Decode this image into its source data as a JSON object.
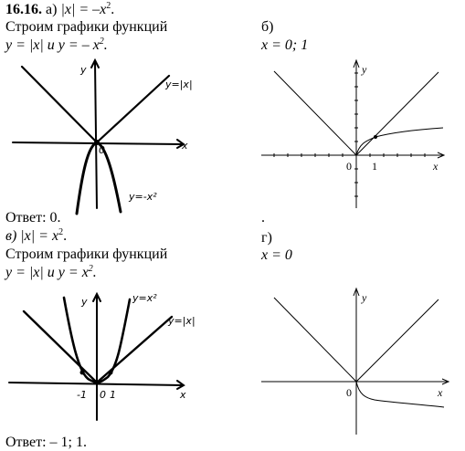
{
  "problem": {
    "number": "16.16.",
    "part_a_label": "а)",
    "part_a_equation": "|x| = –x",
    "exp2": "2",
    "dot": "."
  },
  "part_a": {
    "build_text": "Строим графики функций",
    "funcs_prefix": "y = |x| и y = – x",
    "funcs_exp": "2",
    "funcs_suffix": ".",
    "answer": "Ответ: 0.",
    "graph_labels": {
      "y": "y",
      "x": "x",
      "origin": "0",
      "func1": "y=|x|",
      "func2": "y=-x²"
    }
  },
  "part_b": {
    "label": "б)",
    "solution": "x = 0; 1",
    "dot": ".",
    "graph_labels": {
      "y": "y",
      "x": "x",
      "origin": "0",
      "one": "1"
    }
  },
  "part_v": {
    "label_eq_prefix": "в) |x| = x",
    "label_exp": "2",
    "label_suffix": ".",
    "build_text": "Строим графики функций",
    "funcs_prefix": "y = |x| и y = x",
    "funcs_exp": "2",
    "funcs_suffix": ".",
    "answer": "Ответ: – 1; 1.",
    "graph_labels": {
      "y": "y",
      "x": "x",
      "origin": "0",
      "minus_one": "-1",
      "one": "1",
      "func1": "y=x²",
      "func2": "y=|x|"
    }
  },
  "part_g": {
    "label": "г)",
    "solution": "x = 0",
    "graph_labels": {
      "y": "y",
      "x": "x",
      "origin": "0"
    }
  }
}
